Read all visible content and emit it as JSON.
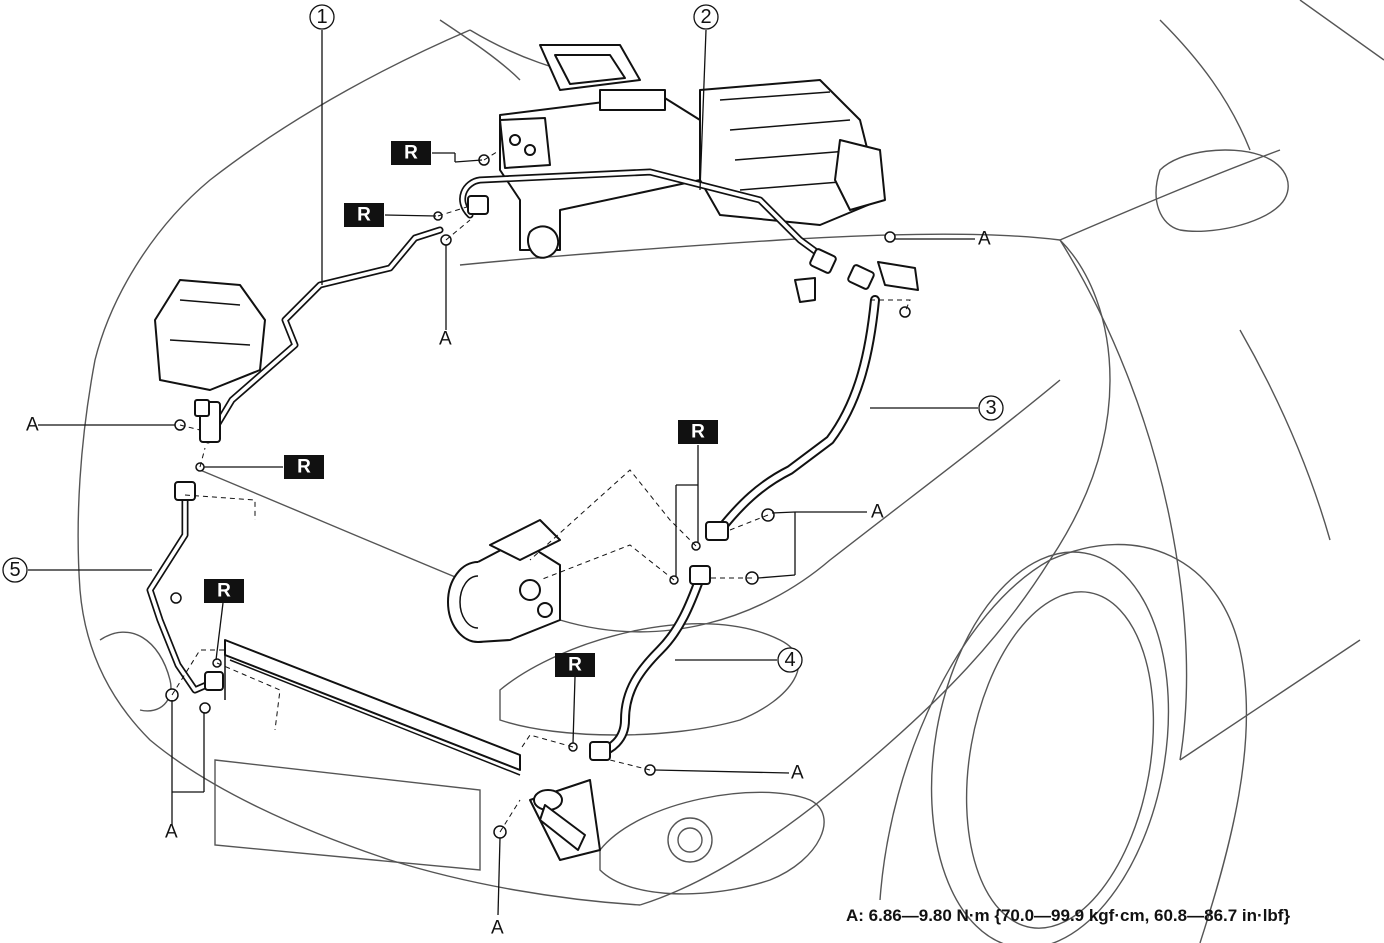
{
  "callouts": {
    "c1": "1",
    "c2": "2",
    "c3": "3",
    "c4": "4",
    "c5": "5"
  },
  "labels": {
    "a": "A",
    "r": "R"
  },
  "torque_note": "A: 6.86—9.80 N·m {70.0—99.9 kgf·cm, 60.8—86.7 in·lbf}"
}
